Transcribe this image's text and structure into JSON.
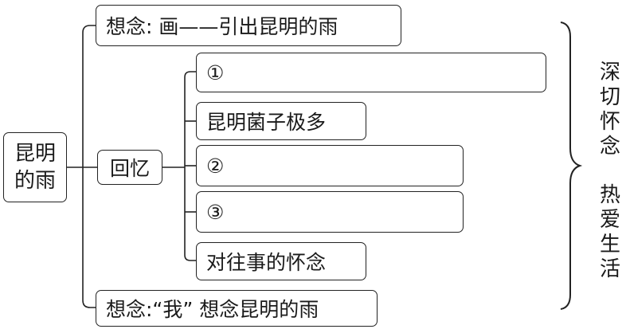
{
  "root": {
    "line1": "昆明",
    "line2": "的雨"
  },
  "top_item": "想念: 画——引出昆明的雨",
  "memory_label": "回忆",
  "memory_items": [
    {
      "text": "①"
    },
    {
      "text": "昆明菌子极多"
    },
    {
      "text": "②"
    },
    {
      "text": "③"
    },
    {
      "text": "对往事的怀念"
    }
  ],
  "bottom_item": "想念:“我” 想念昆明的雨",
  "summary": {
    "part1": "深切怀念",
    "part2": "热爱生活"
  }
}
